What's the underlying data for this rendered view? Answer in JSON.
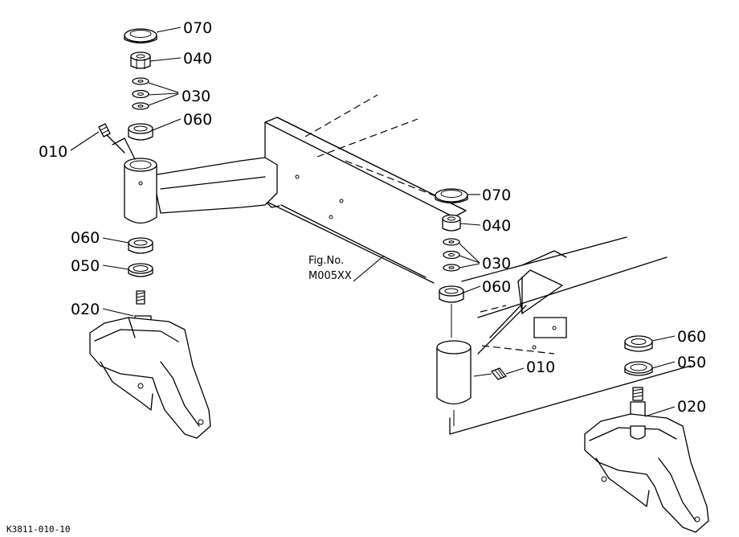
{
  "callouts": {
    "left_070": "070",
    "left_040": "040",
    "left_030": "030",
    "left_060_top": "060",
    "left_010": "010",
    "left_060_bottom": "060",
    "left_050": "050",
    "left_020": "020",
    "mid_070": "070",
    "mid_040": "040",
    "mid_030": "030",
    "mid_060": "060",
    "mid_010": "010",
    "right_060": "060",
    "right_050": "050",
    "right_020": "020"
  },
  "figure_ref": {
    "line1": "Fig.No.",
    "line2": "M005XX"
  },
  "drawing_code": "K3811-010-10"
}
